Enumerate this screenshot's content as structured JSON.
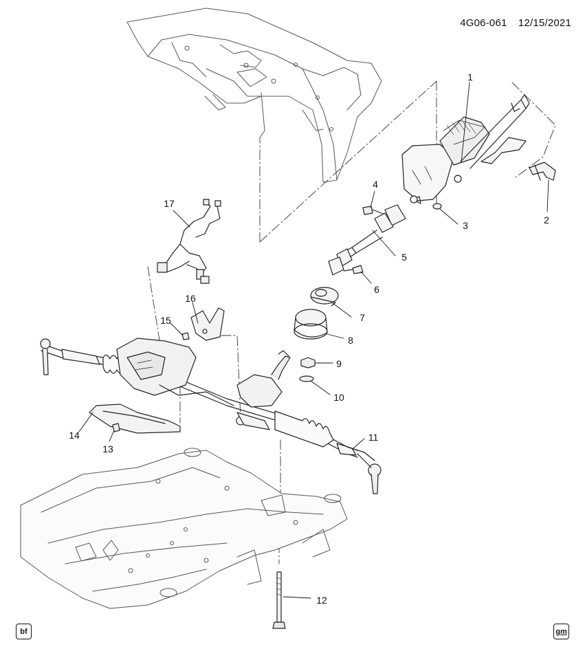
{
  "header": {
    "diagram_code": "4G06-061",
    "date": "12/15/2021"
  },
  "callouts": [
    {
      "id": "c1",
      "label": "1"
    },
    {
      "id": "c2",
      "label": "2"
    },
    {
      "id": "c3",
      "label": "3"
    },
    {
      "id": "c4",
      "label": "4"
    },
    {
      "id": "c5",
      "label": "5"
    },
    {
      "id": "c6",
      "label": "6"
    },
    {
      "id": "c7",
      "label": "7"
    },
    {
      "id": "c8",
      "label": "8"
    },
    {
      "id": "c9",
      "label": "9"
    },
    {
      "id": "c10",
      "label": "10"
    },
    {
      "id": "c11",
      "label": "11"
    },
    {
      "id": "c12",
      "label": "12"
    },
    {
      "id": "c13",
      "label": "13"
    },
    {
      "id": "c14",
      "label": "14"
    },
    {
      "id": "c15",
      "label": "15"
    },
    {
      "id": "c16",
      "label": "16"
    },
    {
      "id": "c17",
      "label": "17"
    }
  ],
  "footer": {
    "left_badge": "bf",
    "right_badge": "gm"
  }
}
